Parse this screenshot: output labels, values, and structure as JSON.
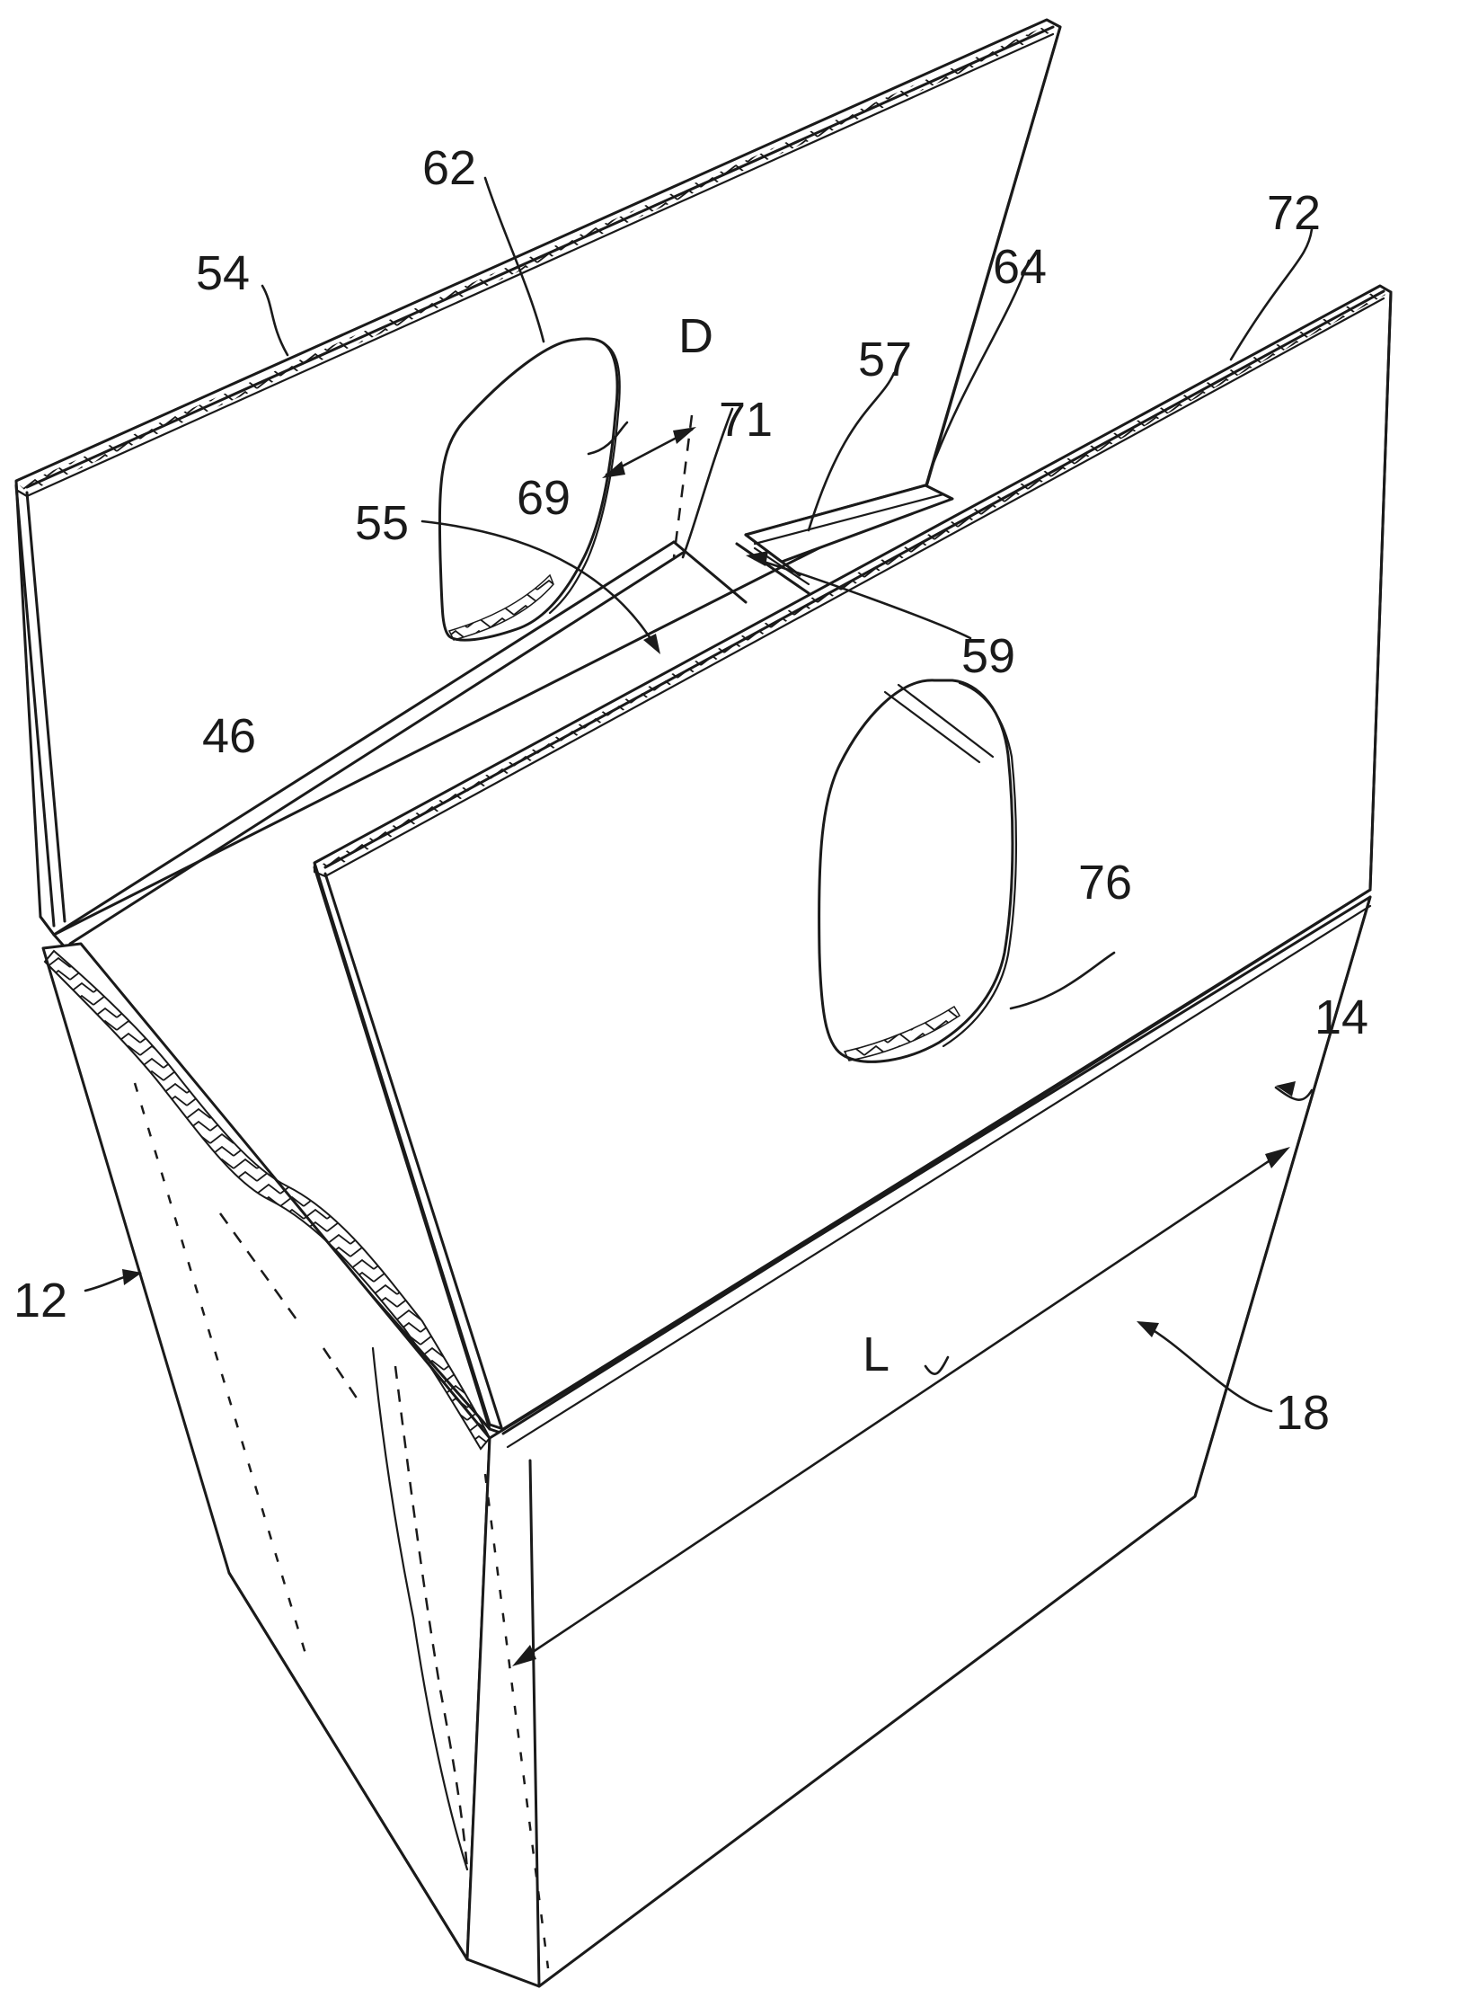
{
  "figure": {
    "reference_labels": [
      {
        "key": "r54",
        "text": "54"
      },
      {
        "key": "r62",
        "text": "62"
      },
      {
        "key": "rD",
        "text": "D"
      },
      {
        "key": "r72",
        "text": "72"
      },
      {
        "key": "r64",
        "text": "64"
      },
      {
        "key": "r57",
        "text": "57"
      },
      {
        "key": "r71",
        "text": "71"
      },
      {
        "key": "r69",
        "text": "69"
      },
      {
        "key": "r55",
        "text": "55"
      },
      {
        "key": "r59",
        "text": "59"
      },
      {
        "key": "r46",
        "text": "46"
      },
      {
        "key": "r76",
        "text": "76"
      },
      {
        "key": "r14",
        "text": "14"
      },
      {
        "key": "r12",
        "text": "12"
      },
      {
        "key": "rL",
        "text": "L"
      },
      {
        "key": "r18",
        "text": "18"
      }
    ]
  },
  "colors": {
    "line": "#1a1a1a",
    "background": "#ffffff"
  }
}
